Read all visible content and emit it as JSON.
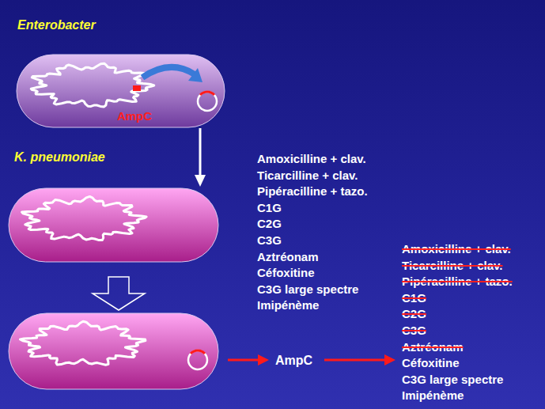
{
  "diagram": {
    "nodes": [
      {
        "text": [
          "Enterobacter",
          "AmpC"
        ]
      },
      {
        "text": [
          "K. pneumoniae"
        ]
      },
      {
        "text": []
      }
    ],
    "edges": [
      {
        "from": 0,
        "to": 1,
        "arrow": "to"
      },
      {
        "from": 1,
        "to": 2,
        "arrow": "to"
      }
    ],
    "labels": [
      "Amoxicilline + clav.",
      "Ticarcilline + clav.",
      "Pipéracilline + tazo.",
      "C1G",
      "C2G",
      "C3G",
      "Aztréonam",
      "Céfoxitine",
      "C3G large spectre",
      "Imipénème",
      "AmpC",
      "Amoxicilline + clav.",
      "Ticarcilline + clav.",
      "Pipéracilline + tazo.",
      "C1G",
      "C2G",
      "C3G",
      "Aztréonam",
      "Céfoxitine",
      "C3G large spectre",
      "Imipénème"
    ]
  }
}
